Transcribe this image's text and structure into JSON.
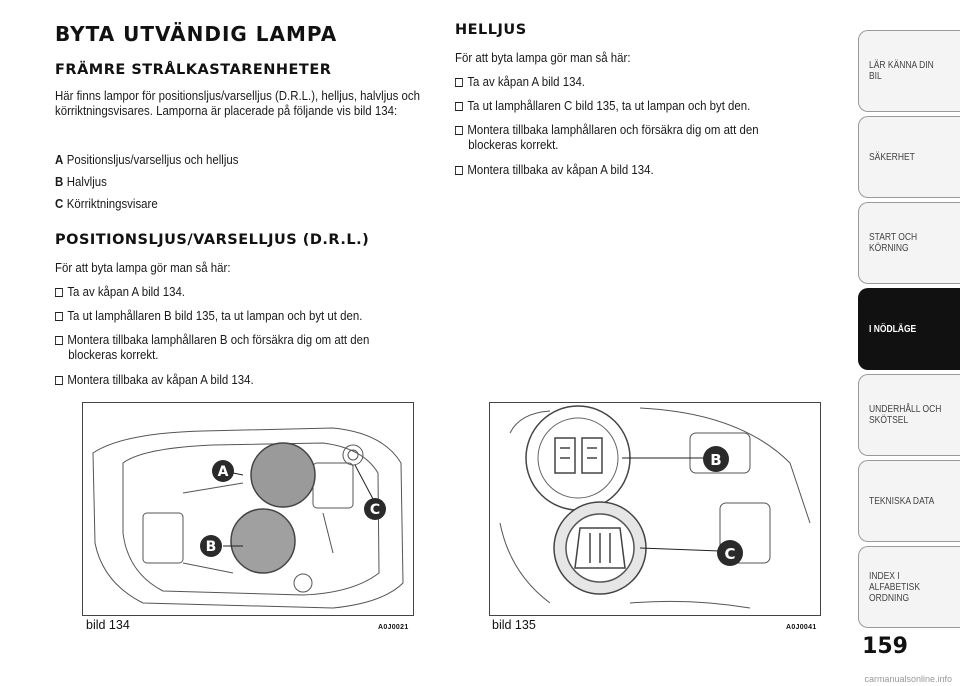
{
  "left": {
    "title": "BYTA UTVÄNDIG LAMPA",
    "section1": {
      "heading": "FRÄMRE STRÅLKASTARENHETER",
      "intro": "Här finns lampor för positionsljus/varselljus (D.R.L.), helljus, halvljus och körriktningsvisares. Lamporna är placerade på följande vis bild 134:",
      "items": [
        {
          "label": "A",
          "text": "Positionsljus/varselljus och helljus"
        },
        {
          "label": "B",
          "text": "Halvljus"
        },
        {
          "label": "C",
          "text": "Körriktningsvisare"
        }
      ]
    },
    "section2": {
      "heading": "POSITIONSLJUS/VARSELLJUS (D.R.L.)",
      "intro": "För att byta lampa gör man så här:",
      "steps": [
        "Ta av kåpan A bild 134.",
        "Ta ut lamphållaren B bild 135, ta ut lampan och byt ut den.",
        "Montera tillbaka lamphållaren B och försäkra dig om att den",
        "Montera tillbaka av kåpan A bild 134."
      ],
      "step3_cont": "blockeras korrekt."
    }
  },
  "right": {
    "heading": "HELLJUS",
    "intro": "För att byta lampa gör man så här:",
    "steps": [
      "Ta av kåpan A bild 134.",
      "Ta ut lamphållaren C bild 135, ta ut lampan och byt den.",
      "Montera tillbaka lamphållaren och försäkra dig om att den",
      "Montera tillbaka av kåpan A bild 134."
    ],
    "step3_cont": "blockeras korrekt."
  },
  "figures": [
    {
      "caption": "bild 134",
      "code": "A0J0021",
      "labels": [
        "A",
        "B",
        "C"
      ]
    },
    {
      "caption": "bild 135",
      "code": "A0J0041",
      "labels": [
        "B",
        "C"
      ]
    }
  ],
  "tabs": [
    {
      "label": "LÄR KÄNNA DIN BIL",
      "active": false
    },
    {
      "label": "SÄKERHET",
      "active": false
    },
    {
      "label": "START OCH\nKÖRNING",
      "active": false
    },
    {
      "label": "I NÖDLÄGE",
      "active": true
    },
    {
      "label": "UNDERHÅLL OCH\nSKÖTSEL",
      "active": false
    },
    {
      "label": "TEKNISKA DATA",
      "active": false
    },
    {
      "label": "INDEX I ALFABETISK\nORDNING",
      "active": false
    }
  ],
  "page_number": "159",
  "footer": "carmanualsonline.info",
  "colors": {
    "active_tab": "#111111",
    "tab_bg": "#f4f4f4",
    "lamp": "#9a9a9a"
  }
}
